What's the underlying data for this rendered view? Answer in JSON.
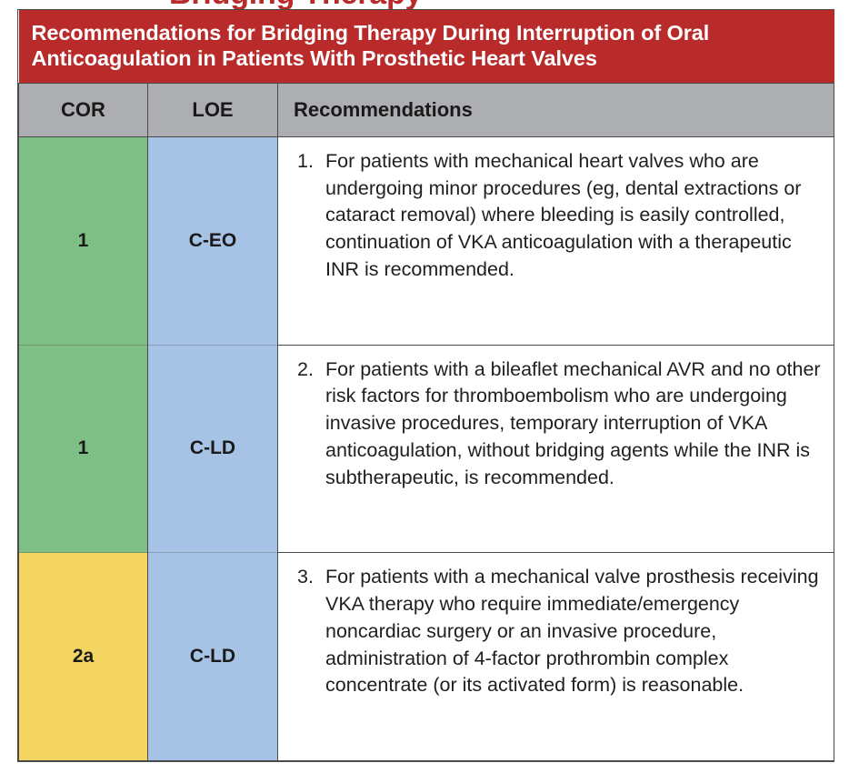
{
  "clipped_heading": "Bridging Therapy",
  "table": {
    "banner_title": "Recommendations for Bridging Therapy During Interruption of Oral Anticoagulation in Patients With Prosthetic Heart Valves",
    "columns": [
      {
        "key": "cor",
        "label": "COR"
      },
      {
        "key": "loe",
        "label": "LOE"
      },
      {
        "key": "rec",
        "label": "Recommendations"
      }
    ],
    "rows": [
      {
        "number": "1.",
        "cor": "1",
        "loe": "C-EO",
        "cor_color": "#7ebf86",
        "loe_color": "#a6c3e5",
        "text": "For patients with mechanical heart valves who are undergoing minor procedures (eg, dental extractions or cataract removal) where bleeding is easily controlled, continuation of VKA anticoagulation with a therapeutic INR is recommended."
      },
      {
        "number": "2.",
        "cor": "1",
        "loe": "C-LD",
        "cor_color": "#7ebf86",
        "loe_color": "#a6c3e5",
        "text": "For patients with a bileaflet mechanical AVR and no other risk factors for thromboembolism who are undergoing invasive procedures, temporary interruption of VKA anticoagulation, without bridging agents while the INR is subtherapeutic, is recommended."
      },
      {
        "number": "3.",
        "cor": "2a",
        "loe": "C-LD",
        "cor_color": "#f5d561",
        "loe_color": "#a6c3e5",
        "text": "For patients with a mechanical valve prosthesis receiving VKA therapy who require immediate/emergency noncardiac surgery or an invasive procedure, administration of 4-factor prothrombin complex concentrate (or its activated form) is reasonable."
      }
    ]
  },
  "colors": {
    "banner_red": "#b92b2b",
    "header_gray": "#acaeb2",
    "cor_class1_green": "#7ebf86",
    "cor_class2a_yellow": "#f5d561",
    "loe_blue": "#a6c3e5",
    "border": "#4a4a4a",
    "text_dark": "#1f1f1f"
  }
}
